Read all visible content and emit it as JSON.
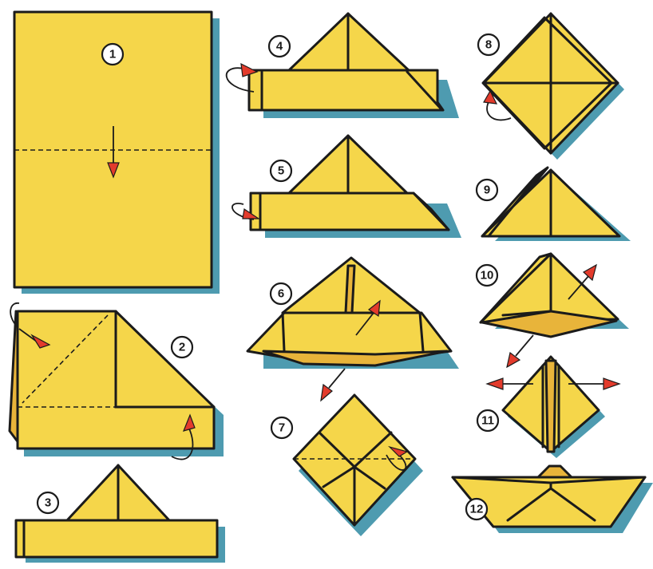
{
  "diagram": {
    "steps": [
      {
        "label": "1"
      },
      {
        "label": "2"
      },
      {
        "label": "3"
      },
      {
        "label": "4"
      },
      {
        "label": "5"
      },
      {
        "label": "6"
      },
      {
        "label": "7"
      },
      {
        "label": "8"
      },
      {
        "label": "9"
      },
      {
        "label": "10"
      },
      {
        "label": "11"
      },
      {
        "label": "12"
      }
    ],
    "colors": {
      "paper": "#f5d64a",
      "paper_inner": "#e8b43a",
      "shadow": "#4e9bb0",
      "arrow": "#e33b2c",
      "outline": "#1b1b1b"
    }
  }
}
